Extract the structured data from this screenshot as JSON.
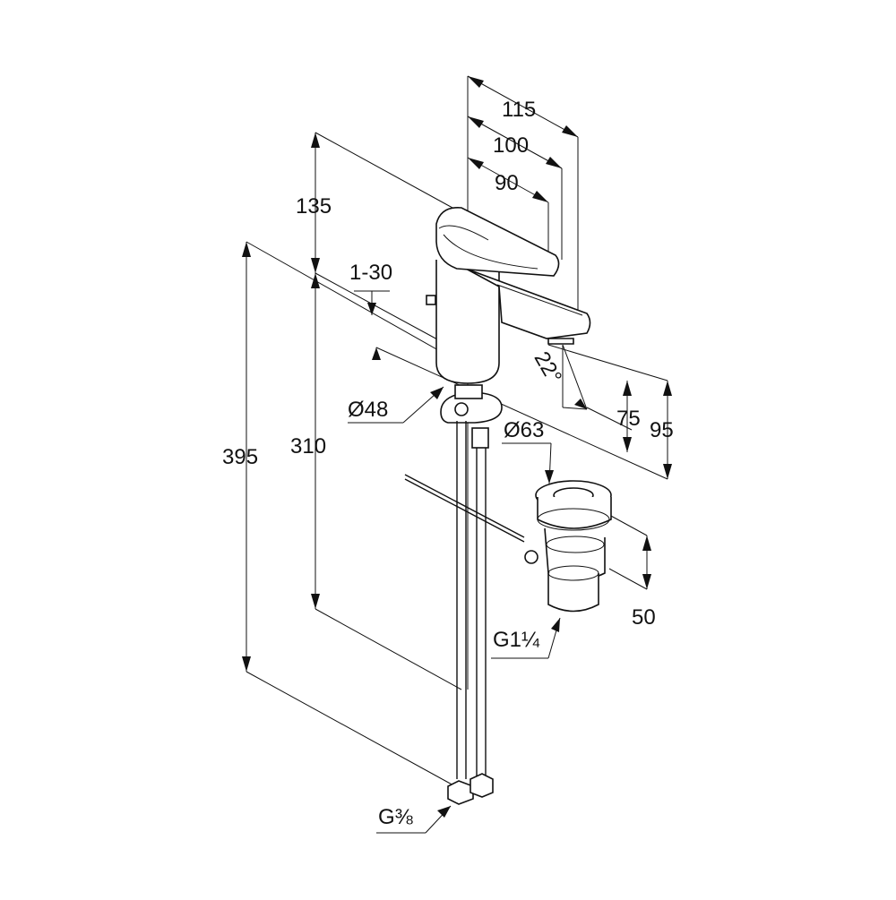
{
  "dimensions": {
    "width_115": "115",
    "width_100": "100",
    "width_90": "90",
    "height_135": "135",
    "range_1_30": "1-30",
    "diameter_48": "Ø48",
    "height_395": "395",
    "height_310": "310",
    "angle_22": "22°",
    "height_75": "75",
    "height_95": "95",
    "diameter_63": "Ø63",
    "height_50": "50",
    "thread_g114": "G1¼",
    "thread_g38": "G⅜"
  },
  "colors": {
    "line": "#111111",
    "background": "#ffffff"
  }
}
